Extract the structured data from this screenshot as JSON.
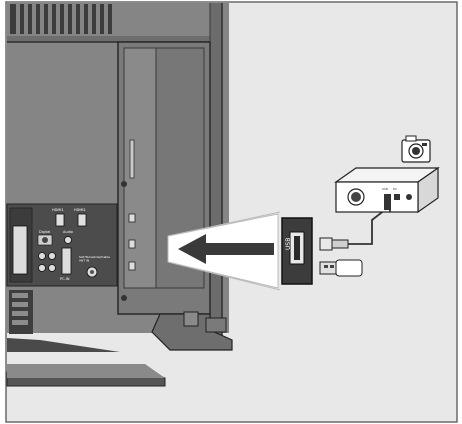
{
  "labels": {
    "hdmi_1": "HDMI1",
    "hdmi_2": "HDMI2",
    "digital_out": "Digital",
    "audio": "Audio",
    "pc_in": "PC-IN",
    "ant_in": "SAT/Terrestrial/Cable\nANT IN",
    "usb_port": "USB",
    "hdd_port_a": "USB",
    "hdd_port_b": "DC"
  },
  "colors": {
    "tv_body": "#7f7f7f",
    "tv_dark": "#4a4a4a",
    "panel_light": "#c8c8c8",
    "arrow": "#3a3a3a",
    "background": "#e6e6e6"
  },
  "icons": [
    "camera-icon",
    "usb-stick-icon",
    "usb-cable-icon",
    "external-hdd-icon",
    "arrow-left-icon"
  ]
}
